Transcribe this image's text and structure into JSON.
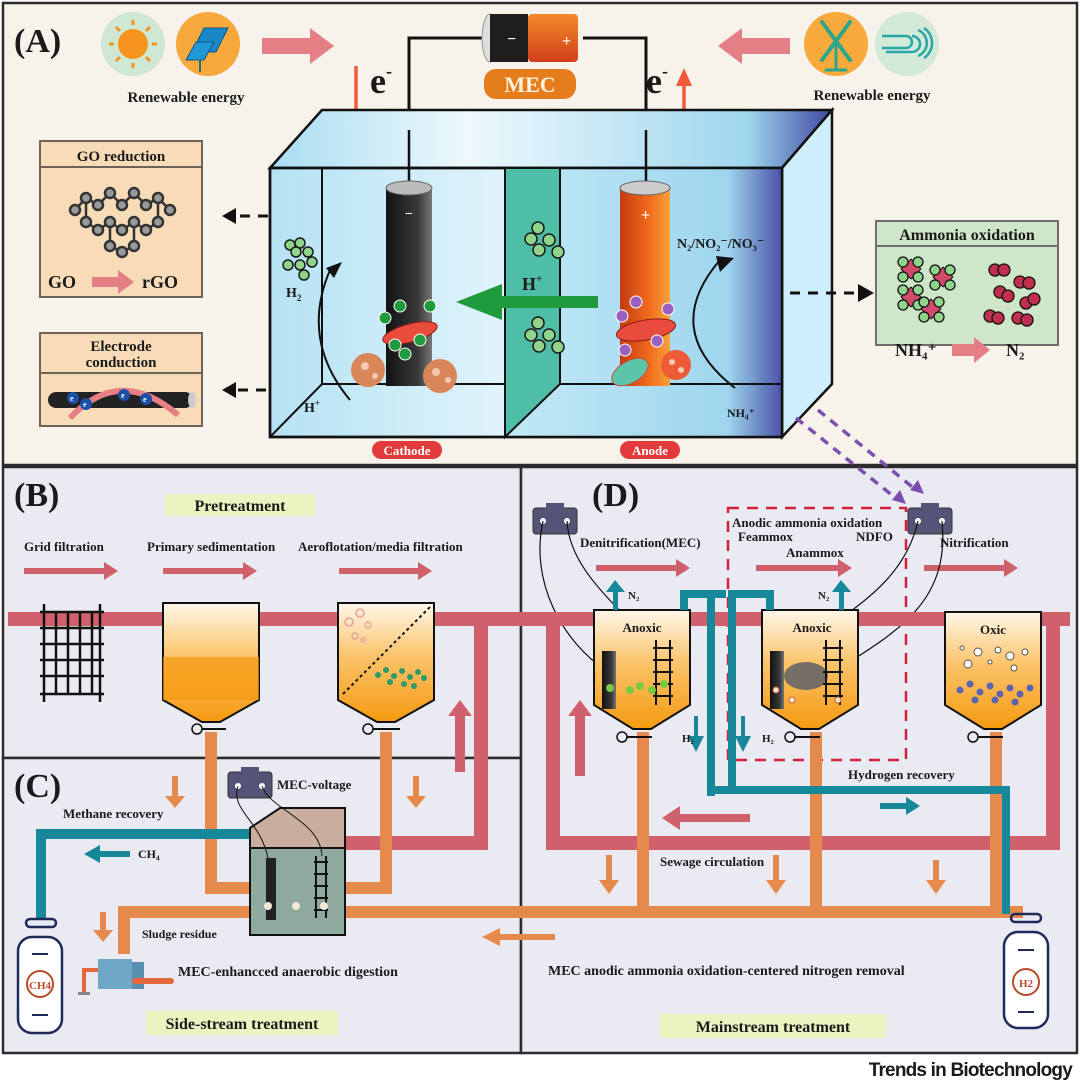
{
  "figure": {
    "credit": "Trends in Biotechnology",
    "colors": {
      "panel_a_bg": "#f7f3ea",
      "panel_bcd_bg": "#e9eaf2",
      "sewage_pipe": "#d0606c",
      "sludge_pipe": "#e58a4c",
      "gas_pipe": "#17889a",
      "water": "#bfe6f5",
      "membrane": "#4fbea6",
      "anode": "#f06a1c",
      "cathode": "#222222",
      "highlight_label_bg": "#eaf4c0",
      "electrode_label_bg": "#e23a3a",
      "flow_arrow": "#e07a80",
      "proton_arrow": "#1f9a3c",
      "box_bg": "#f8dcb8",
      "ammonia_box_bg": "#cfe6c8",
      "dashed_frame": "#d61f3b",
      "purple_link": "#7a4fb0"
    }
  },
  "panel_a": {
    "label": "(A)",
    "renewable_left": {
      "label": "Renewable energy",
      "icons": [
        "sun-icon",
        "solar-panel-icon"
      ]
    },
    "renewable_right": {
      "label": "Renewable energy",
      "icons": [
        "wind-turbine-icon",
        "wind-icon"
      ]
    },
    "battery": {
      "label": "MEC",
      "negative": "−",
      "positive": "+"
    },
    "electron_left": "e",
    "electron_right": "e",
    "electron_sup": "-",
    "cathode": {
      "label": "Cathode",
      "sign": "−"
    },
    "anode": {
      "label": "Anode",
      "sign": "+"
    },
    "membrane_ion": "H",
    "membrane_ion_sup": "+",
    "h2_label": "H",
    "h2_sub": "2",
    "h_plus_label": "H",
    "h_plus_sup": "+",
    "anode_products": "N₂/NO₂⁻/NO₃⁻",
    "nh4_label": "NH₄⁺",
    "go_box": {
      "title": "GO reduction",
      "from": "GO",
      "to": "rGO"
    },
    "electrode_box": {
      "title_line1": "Electrode",
      "title_line2": "conduction",
      "electron": "e"
    },
    "ammonia_box": {
      "title": "Ammonia  oxidation",
      "from": "NH₄⁺",
      "to": "N₂"
    }
  },
  "panel_b": {
    "label": "(B)",
    "banner": "Pretreatment",
    "steps": [
      "Grid filtration",
      "Primary sedimentation",
      "Aeroflotation/media filtration"
    ]
  },
  "panel_c": {
    "label": "(C)",
    "voltage_label": "MEC-voltage",
    "methane_label": "Methane  recovery",
    "ch4_label": "CH₄",
    "tank_label": "CH4",
    "sludge_label": "Sludge residue",
    "digestion_label": "MEC-enhancced  anaerobic digestion",
    "banner": "Side-stream treatment"
  },
  "panel_d": {
    "label": "(D)",
    "steps": [
      "Denitrification(MEC)",
      "Nitrification"
    ],
    "anodic_title": "Anodic ammonia  oxidation",
    "anodic_processes": [
      "Feammox",
      "NDFO",
      "Anammox"
    ],
    "tanks": [
      "Anoxic",
      "Anoxic",
      "Oxic"
    ],
    "n2_label": "N₂",
    "h2_label": "H₂",
    "hydrogen_recovery": "Hydrogen recovery",
    "sewage_circulation": "Sewage circulation",
    "summary": "MEC anodic ammonia oxidation-centered nitrogen removal",
    "banner": "Mainstream  treatment",
    "tank_label": "H2"
  }
}
